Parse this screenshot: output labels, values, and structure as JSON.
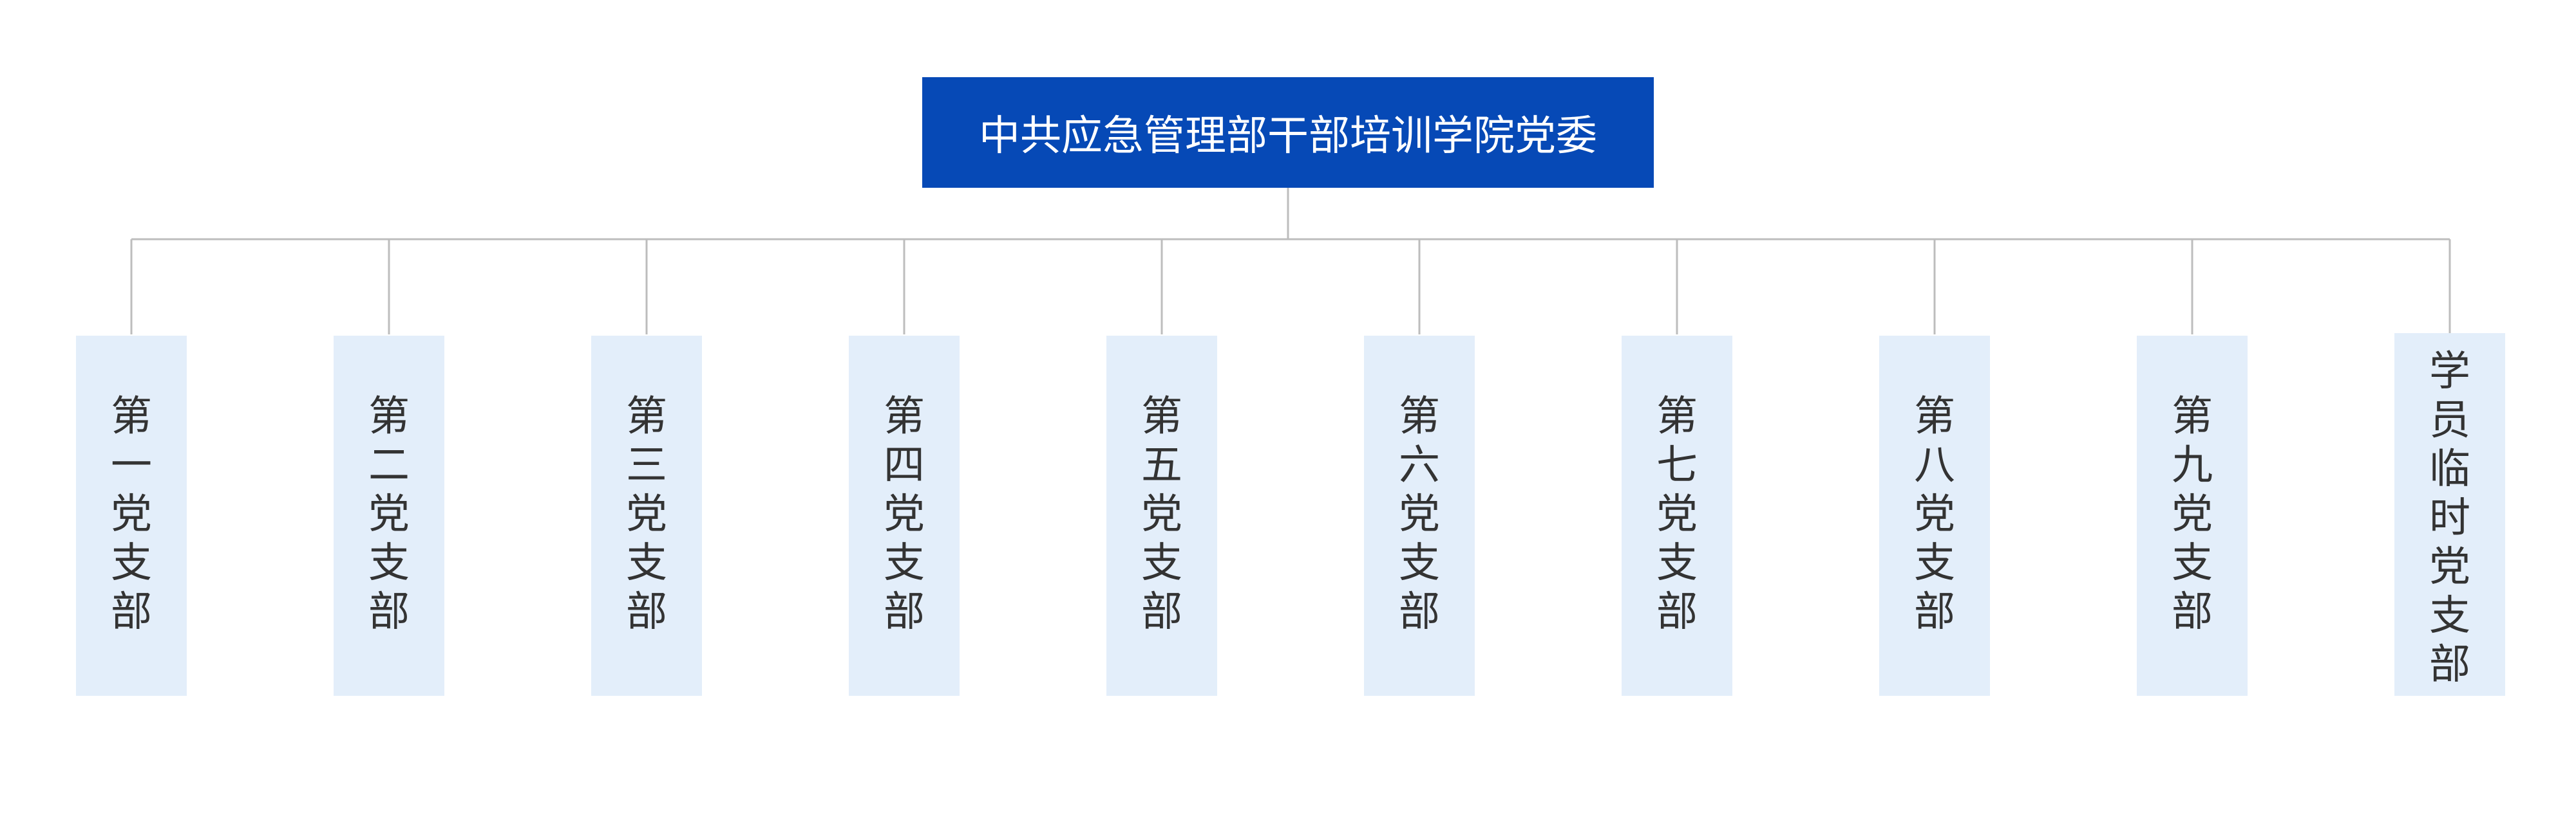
{
  "org_chart": {
    "root": {
      "label": "中共应急管理部干部培训学院党委"
    },
    "branches": [
      {
        "label": "第一党支部"
      },
      {
        "label": "第二党支部"
      },
      {
        "label": "第三党支部"
      },
      {
        "label": "第四党支部"
      },
      {
        "label": "第五党支部"
      },
      {
        "label": "第六党支部"
      },
      {
        "label": "第七党支部"
      },
      {
        "label": "第八党支部"
      },
      {
        "label": "第九党支部"
      },
      {
        "label": "学员临时党支部"
      }
    ],
    "colors": {
      "root_fill": "#0649b6",
      "root_text": "#ffffff",
      "branch_fill": "#e3eefa",
      "branch_text": "#333333",
      "connector": "#bdbdbd"
    }
  }
}
